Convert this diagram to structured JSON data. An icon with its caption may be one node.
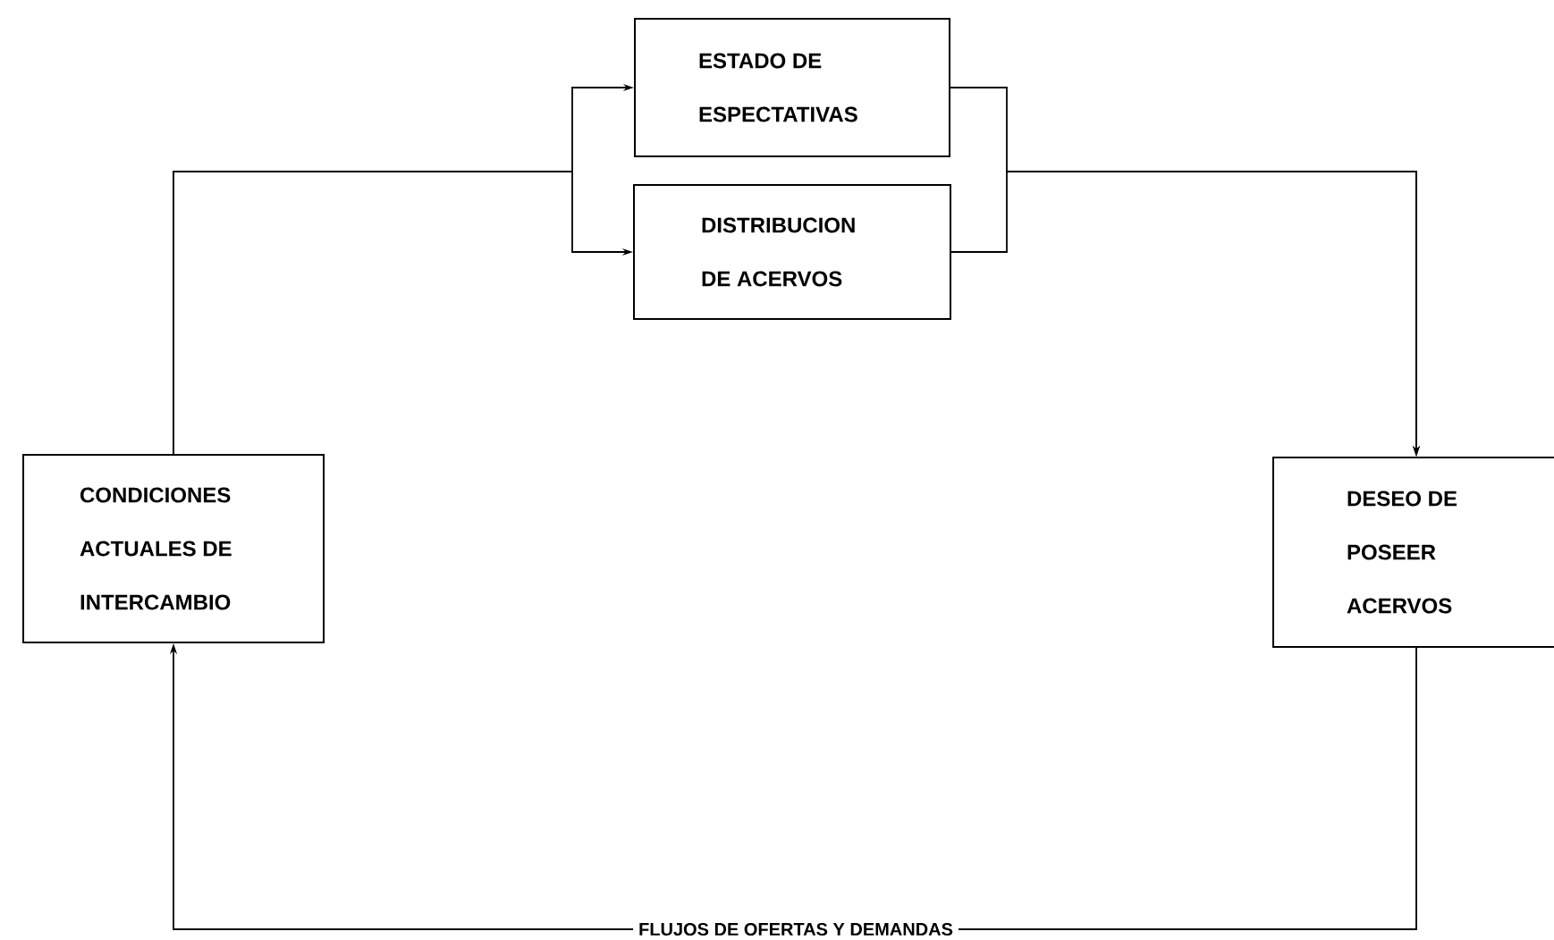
{
  "diagram": {
    "nodes": [
      {
        "text": [
          "ESTADO DE ESPECTATIVAS"
        ]
      },
      {
        "text": [
          "DISTRIBUCION DE ACERVOS"
        ]
      },
      {
        "text": [
          "CONDICIONES ACTUALES DE INTERCAMBIO"
        ]
      },
      {
        "text": [
          "DESEO DE POSEER ACERVOS"
        ]
      }
    ],
    "edges": [
      {
        "from": 2,
        "to": 0,
        "arrow": "to"
      },
      {
        "from": 2,
        "to": 1,
        "arrow": "to"
      },
      {
        "from": 0,
        "to": 3,
        "arrow": "to"
      },
      {
        "from": 1,
        "to": 3,
        "arrow": "to"
      },
      {
        "from": 3,
        "to": 2,
        "arrow": "to",
        "label": "FLUJOS DE OFERTAS Y DEMANDAS"
      }
    ]
  }
}
